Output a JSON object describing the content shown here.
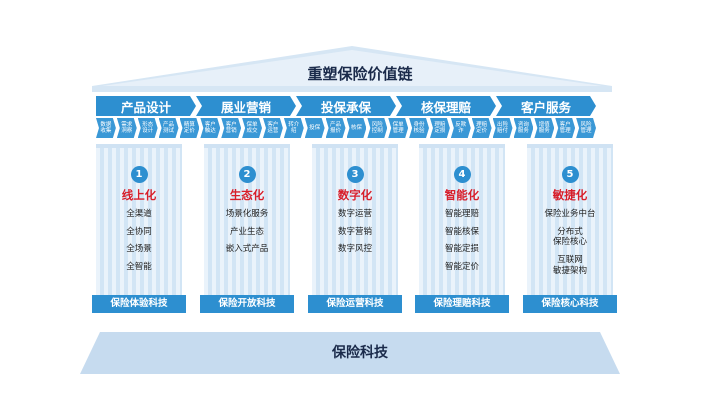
{
  "title": "重塑保险价值链",
  "stages": [
    {
      "label": "产品设计",
      "steps": [
        "数据收集",
        "需求洞察",
        "形态设计",
        "产品测试",
        "精算定价"
      ]
    },
    {
      "label": "展业营销",
      "steps": [
        "客户触达",
        "客户营销",
        "保单成交",
        "客户运营",
        "转介绍"
      ]
    },
    {
      "label": "投保承保",
      "steps": [
        "投保",
        "产品报价",
        "核保",
        "风险控制",
        "保单管理"
      ]
    },
    {
      "label": "核保理赔",
      "steps": [
        "身份核验",
        "理赔定损",
        "反欺诈",
        "理赔定价",
        "出险赔付"
      ]
    },
    {
      "label": "客户服务",
      "steps": [
        "咨询服务",
        "增值服务",
        "客户管理",
        "风险管理"
      ]
    }
  ],
  "pillars": [
    {
      "num": "1",
      "title": "线上化",
      "items": [
        "全渠道",
        "全协同",
        "全场景",
        "全智能"
      ],
      "base": "保险体验科技"
    },
    {
      "num": "2",
      "title": "生态化",
      "items": [
        "场景化服务",
        "产业生态",
        "嵌入式产品"
      ],
      "base": "保险开放科技"
    },
    {
      "num": "3",
      "title": "数字化",
      "items": [
        "数字运营",
        "数字营销",
        "数字风控"
      ],
      "base": "保险运营科技"
    },
    {
      "num": "4",
      "title": "智能化",
      "items": [
        "智能理赔",
        "智能核保",
        "智能定损",
        "智能定价"
      ],
      "base": "保险理赔科技"
    },
    {
      "num": "5",
      "title": "敏捷化",
      "items": [
        "保险业务中台",
        "分布式\n保险核心",
        "互联网\n敏捷架构"
      ],
      "base": "保险核心科技"
    }
  ],
  "foundation": "保险科技",
  "colors": {
    "primary": "#2d8fd0",
    "accent": "#d81e2a",
    "roof": "#c9def0"
  }
}
